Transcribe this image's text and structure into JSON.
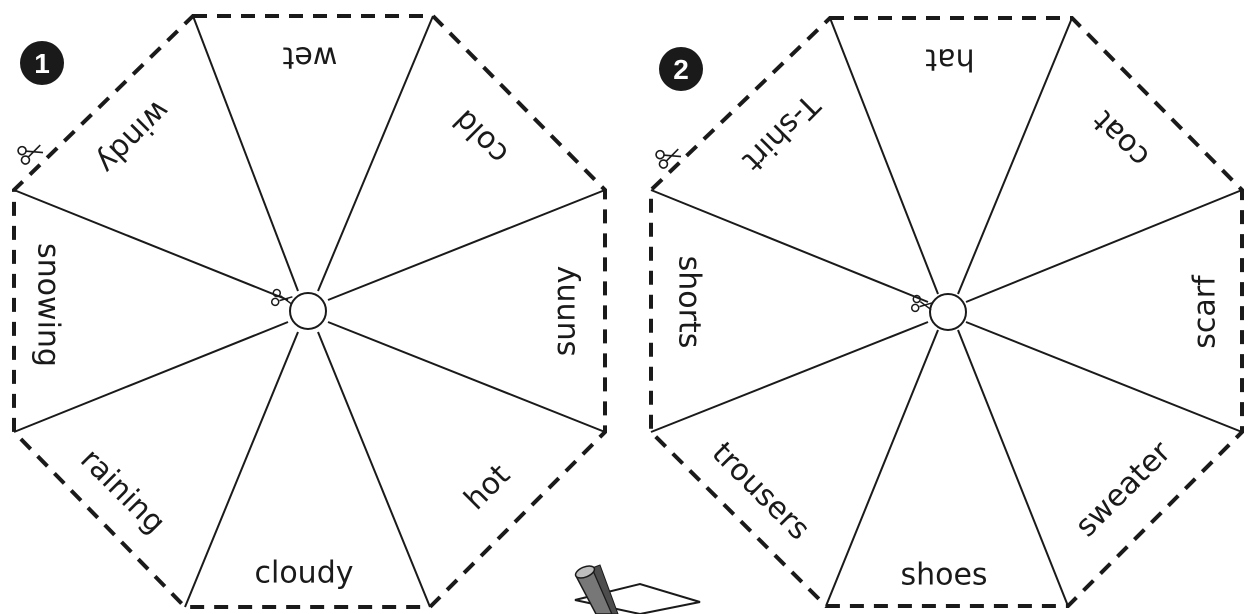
{
  "spinners": [
    {
      "number": "1",
      "words": {
        "top": "wet",
        "top_right": "cold",
        "right": "sunny",
        "bottom_right": "hot",
        "bottom": "cloudy",
        "bottom_left": "raining",
        "left": "snowing",
        "top_left": "windy"
      }
    },
    {
      "number": "2",
      "words": {
        "top": "hat",
        "top_right": "coat",
        "right": "scarf",
        "bottom_right": "sweater",
        "bottom": "shoes",
        "bottom_left": "trousers",
        "left": "shorts",
        "top_left": "T-shirt"
      }
    }
  ],
  "icons": {
    "cut_marker": "scissors-icon",
    "spinner_illustration": "pencil-spinner-icon"
  }
}
